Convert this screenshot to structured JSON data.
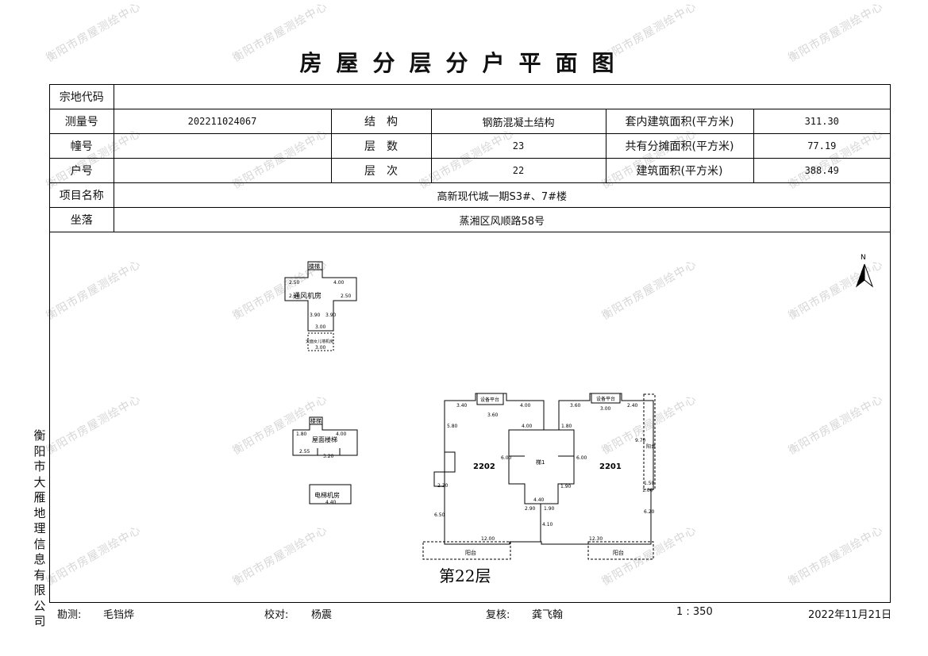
{
  "watermark": "衡阳市房屋测绘中心",
  "title": "房屋分层分户平面图",
  "info": {
    "zongdi_label": "宗地代码",
    "zongdi_value": "",
    "celiang_label": "测量号",
    "celiang_value": "202211024067",
    "jiegou_label": "结　构",
    "jiegou_value": "钢筋混凝土结构",
    "taonei_label": "套内建筑面积(平方米)",
    "taonei_value": "311.30",
    "zhuang_label": "幢号",
    "zhuang_value": "",
    "censhu_label": "层　数",
    "censhu_value": "23",
    "gongyou_label": "共有分摊面积(平方米)",
    "gongyou_value": "77.19",
    "hu_label": "户号",
    "hu_value": "",
    "cenci_label": "层　次",
    "cenci_value": "22",
    "jianzhu_label": "建筑面积(平方米)",
    "jianzhu_value": "388.49",
    "xiangmu_label": "项目名称",
    "xiangmu_value": "高新现代城一期S3#、7#楼",
    "zuoluo_label": "坐落",
    "zuoluo_value": "蒸湘区风顺路58号"
  },
  "plan": {
    "north": "N",
    "floor_label": "第22层",
    "rooms": {
      "fan_room": "通风机房",
      "stair_top": "楼梯",
      "elevator_room": "电梯机房",
      "stair_room": "屋面楼梯",
      "unit_2202": "2202",
      "unit_2201": "2201",
      "core": "梯1",
      "equip_left": "设备平台",
      "equip_right": "设备平台",
      "balcony_left": "阳台",
      "balcony_right": "阳台",
      "balcony_side": "阳台",
      "guard_top": "天面女儿墙机房"
    },
    "dims": {
      "d250a": "2.50",
      "d400a": "4.00",
      "d260": "2.60",
      "d250b": "2.50",
      "d390a": "3.90",
      "d390b": "3.90",
      "d300a": "3.00",
      "d300b": "3.00",
      "d180a": "1.80",
      "d400b": "4.00",
      "d255": "2.55",
      "d320": "3.20",
      "d440": "4.40",
      "d340": "3.40",
      "d360a": "3.60",
      "d400c": "4.00",
      "d360b": "3.60",
      "d300c": "3.00",
      "d240": "2.40",
      "d400d": "4.00",
      "d180b": "1.80",
      "d600a": "6.00",
      "d600b": "6.00",
      "d230": "2.30",
      "d650": "6.50",
      "d1200": "12.00",
      "d1230": "12.30",
      "d620": "6.20",
      "d290": "2.90",
      "d440b": "4.40",
      "d190a": "1.90",
      "d190b": "1.90",
      "d410": "4.10",
      "d150": "1.50",
      "d100": "1.00",
      "d970": "9.70",
      "d580": "5.80"
    }
  },
  "side_text": "衡阳市大雁地理信息有限公司",
  "footer": {
    "kance_label": "勘测:",
    "kance_value": "毛铛烨",
    "jiaodui_label": "校对:",
    "jiaodui_value": "杨震",
    "fuhe_label": "复核:",
    "fuhe_value": "龚飞翰",
    "scale": "1 : 350",
    "date": "2022年11月21日"
  }
}
